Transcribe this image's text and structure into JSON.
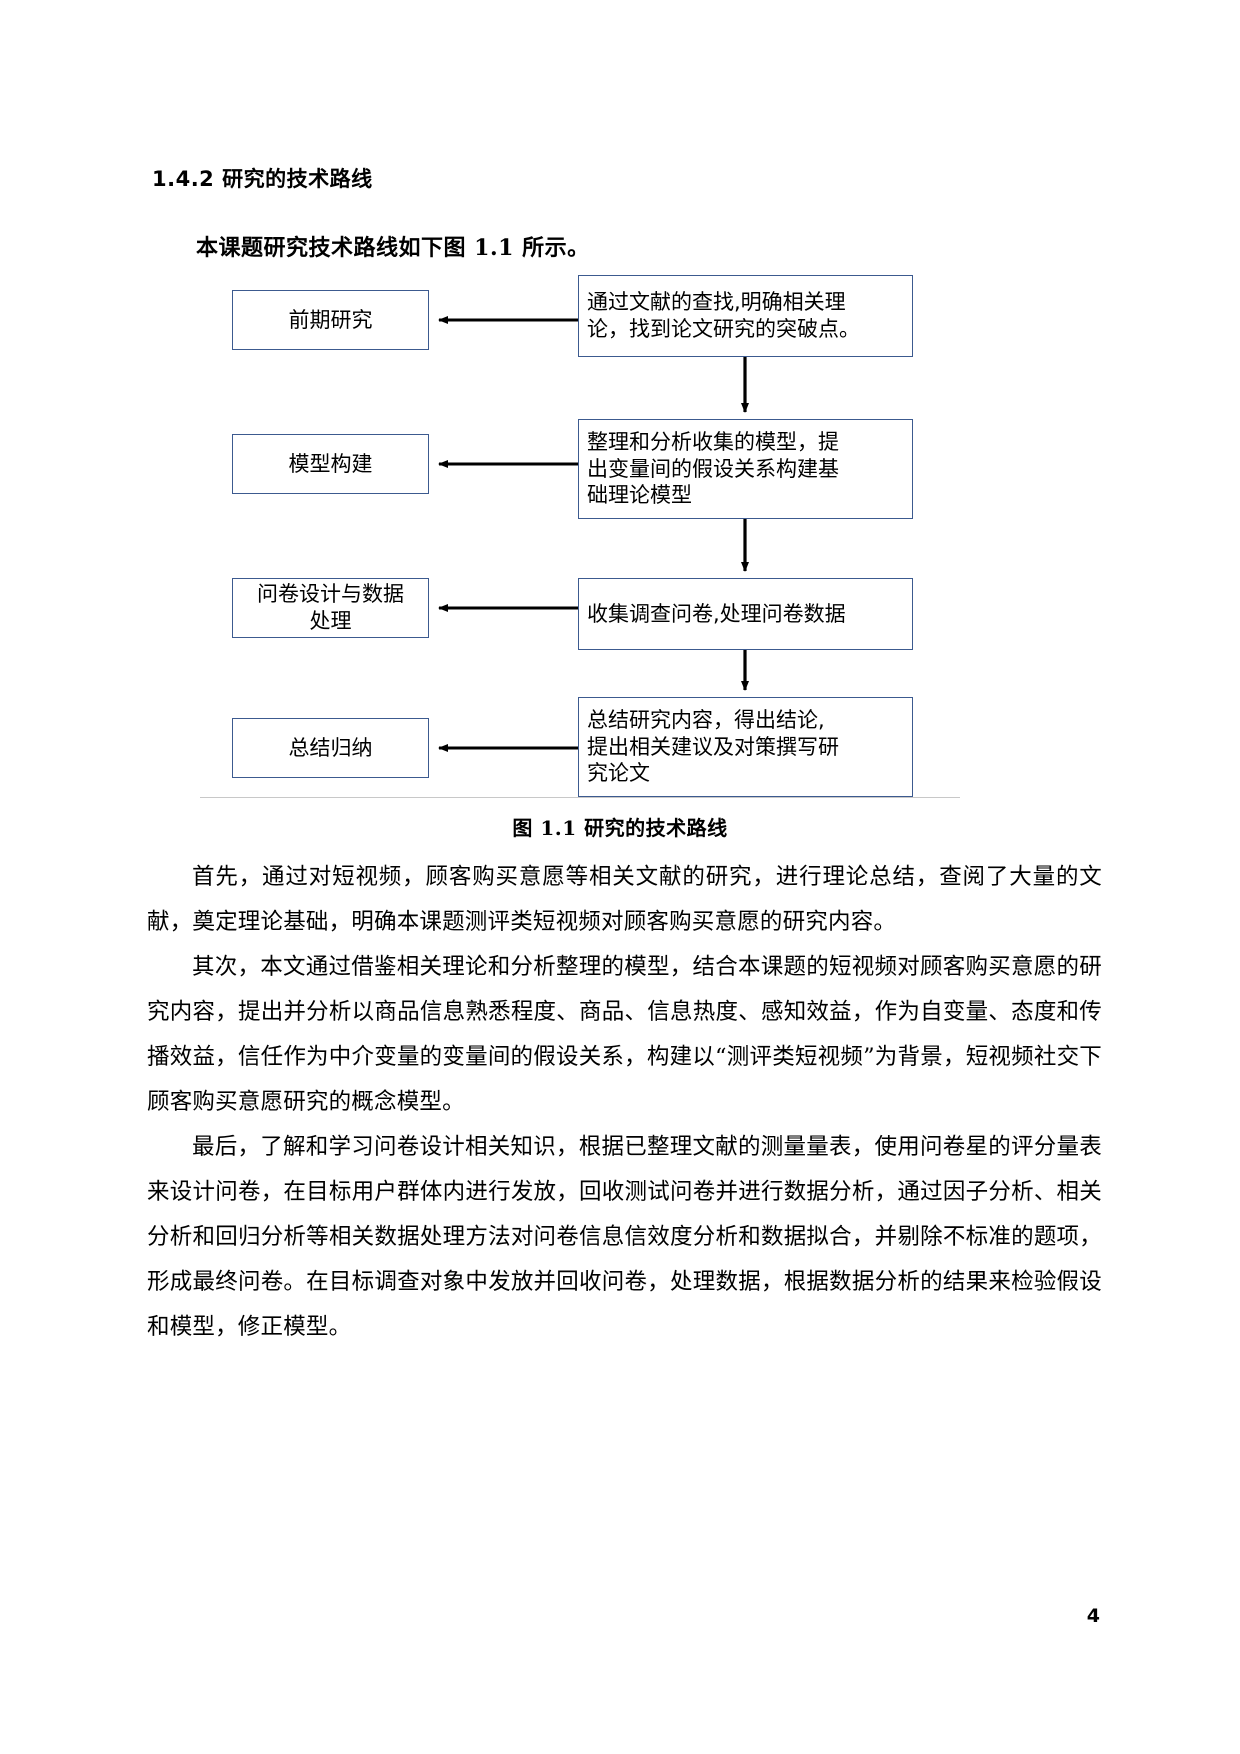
{
  "document": {
    "heading": "1.4.2 研究的技术路线",
    "intro": "本课题研究技术路线如下图 1.1 所示。",
    "figure_caption": "图 1.1 研究的技术路线",
    "page_number": "4"
  },
  "flowchart": {
    "title": "研究的技术路线",
    "left_boxes": [
      {
        "label": "前期研究"
      },
      {
        "label": "模型构建"
      },
      {
        "label": "问卷设计与数据\n处理"
      },
      {
        "label": "总结归纳"
      }
    ],
    "right_boxes": [
      {
        "label": "通过文献的查找,明确相关理\n论，找到论文研究的突破点。"
      },
      {
        "label": "整理和分析收集的模型，提\n出变量间的假设关系构建基\n础理论模型"
      },
      {
        "label": "收集调查问卷,处理问卷数据"
      },
      {
        "label": "总结研究内容，得出结论,\n提出相关建议及对策撰写研\n究论文"
      }
    ],
    "border_color": "#3c5a8f",
    "arrow_color": "#000000"
  },
  "paragraphs": [
    "首先，通过对短视频，顾客购买意愿等相关文献的研究，进行理论总结，查阅了大量的文献，奠定理论基础，明确本课题测评类短视频对顾客购买意愿的研究内容。",
    "其次，本文通过借鉴相关理论和分析整理的模型，结合本课题的短视频对顾客购买意愿的研究内容，提出并分析以商品信息熟悉程度、商品、信息热度、感知效益，作为自变量、态度和传播效益，信任作为中介变量的变量间的假设关系，构建以“测评类短视频”为背景，短视频社交下顾客购买意愿研究的概念模型。",
    "最后，了解和学习问卷设计相关知识，根据已整理文献的测量量表，使用问卷星的评分量表来设计问卷，在目标用户群体内进行发放，回收测试问卷并进行数据分析，通过因子分析、相关分析和回归分析等相关数据处理方法对问卷信息信效度分析和数据拟合，并剔除不标准的题项，形成最终问卷。在目标调查对象中发放并回收问卷，处理数据，根据数据分析的结果来检验假设和模型，修正模型。"
  ]
}
